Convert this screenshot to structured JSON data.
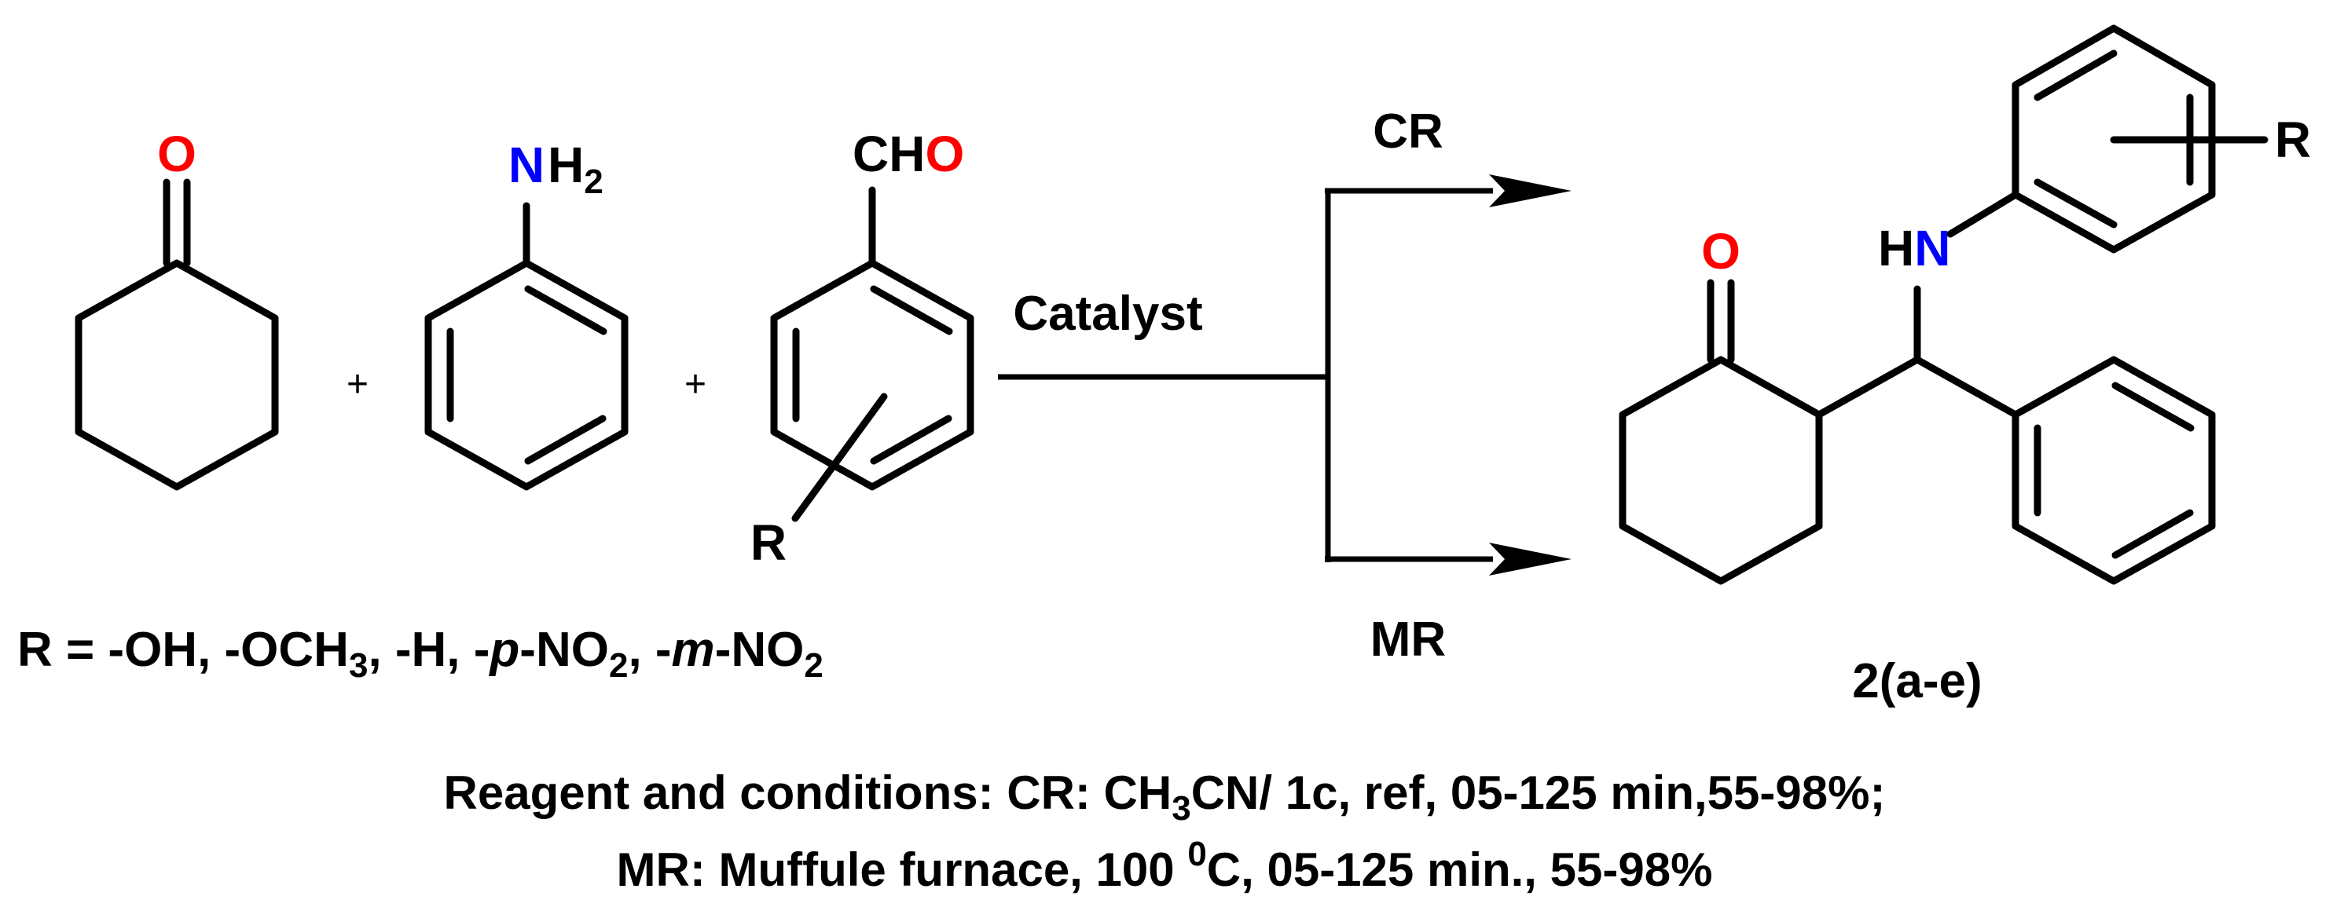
{
  "colors": {
    "oxygen": "#ff0000",
    "nitrogen": "#0000ff",
    "bond": "#000000"
  },
  "reactants": {
    "cyclohexanone": {
      "atom_O": "O"
    },
    "aniline": {
      "atom_N": "N",
      "h2": "H",
      "h2_sub": "2"
    },
    "aldehyde": {
      "cho_ch": "CH",
      "cho_o": "O",
      "r_label": "R"
    }
  },
  "plus_signs": [
    "+",
    "+"
  ],
  "r_definition": {
    "p1": "R = -OH, -OCH",
    "s1": "3",
    "p2": ", -H, -",
    "p_italic": "p",
    "p3": "-NO",
    "s2": "2",
    "p4": ", -",
    "m_italic": "m",
    "p5": "-NO",
    "s3": "2"
  },
  "reaction": {
    "catalyst": "Catalyst",
    "route_top": "CR",
    "route_bottom": "MR"
  },
  "product": {
    "atom_O": "O",
    "nh_h": "H",
    "nh_n": "N",
    "r_label": "R",
    "label": "2(a-e)"
  },
  "conditions": {
    "line1_a": "Reagent and conditions: CR: CH",
    "line1_sub": "3",
    "line1_b": "CN/ 1c, ref, 05-125 min,55-98%;",
    "line2_a": "MR: Muffule furnace, 100 ",
    "line2_sup": "0",
    "line2_b": "C, 05-125 min., 55-98%"
  }
}
